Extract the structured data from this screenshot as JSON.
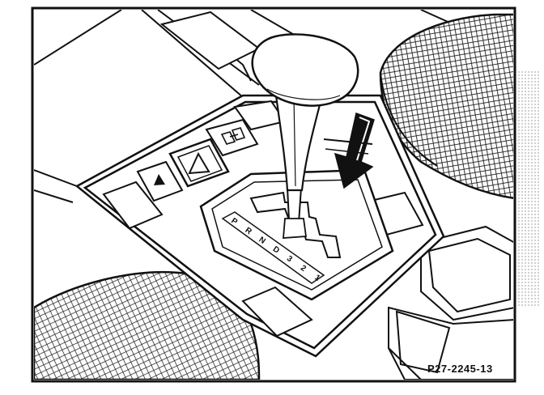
{
  "figure": {
    "reference_code": "P27-2245-13",
    "gear_positions": [
      "P",
      "R",
      "N",
      "D",
      "3",
      "2",
      "1"
    ],
    "colors": {
      "ink": "#111111",
      "paper": "#ffffff",
      "fabric_shade": "#d9d9d9"
    },
    "icons": {
      "hazard_button": "warning-triangle-icon",
      "seat_heater_button": "seat-heater-icon",
      "direction_arrow": "arrow-down-icon"
    }
  }
}
